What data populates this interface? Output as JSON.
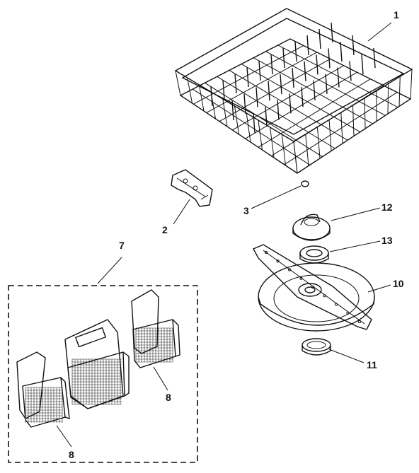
{
  "callouts": {
    "c1": "1",
    "c2": "2",
    "c3": "3",
    "c7": "7",
    "c8a": "8",
    "c8b": "8",
    "c10": "10",
    "c11": "11",
    "c12": "12",
    "c13": "13"
  }
}
